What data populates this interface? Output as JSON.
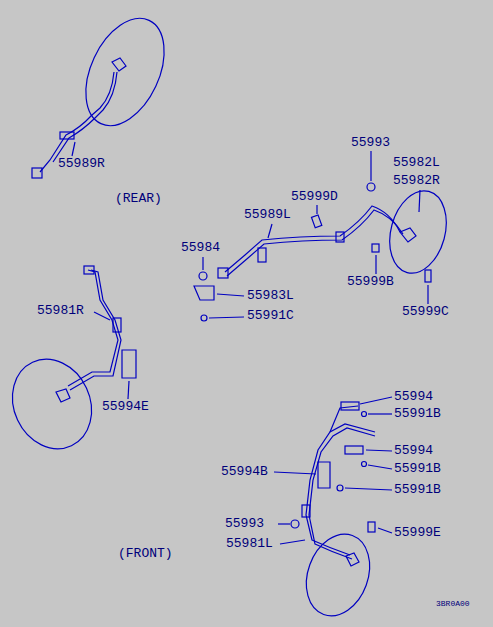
{
  "diagram": {
    "labels": [
      "55989R",
      "(REAR)",
      "55993",
      "55982L",
      "55982R",
      "55999D",
      "55989L",
      "55984",
      "55983L",
      "55999B",
      "55991C",
      "55999C",
      "55981R",
      "55994E",
      "55994",
      "55991B",
      "55994",
      "55991B",
      "55994B",
      "55991B",
      "55993",
      "55999E",
      "55981L",
      "(FRONT)",
      "3BR0A00"
    ]
  }
}
